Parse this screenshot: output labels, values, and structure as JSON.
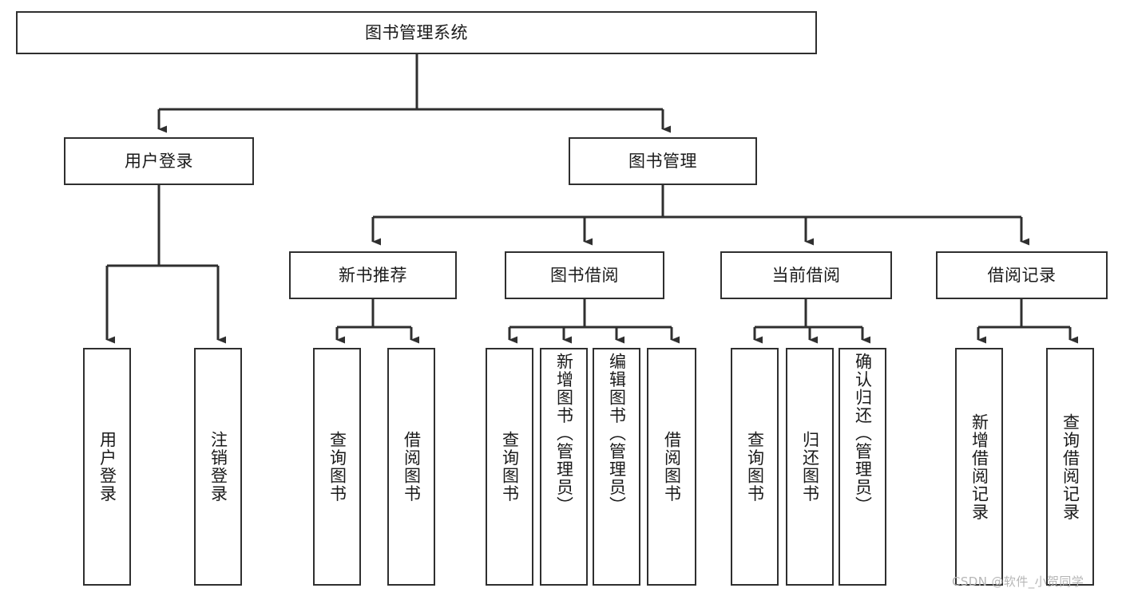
{
  "diagram": {
    "type": "tree-hierarchy",
    "title": "图书管理系统",
    "stroke_color": "#2f2f2f",
    "fill_color": "#ffffff",
    "text_color": "#1a1a1a",
    "root": {
      "label": "图书管理系统"
    },
    "level1": [
      {
        "label": "用户登录"
      },
      {
        "label": "图书管理"
      }
    ],
    "level2": [
      {
        "label": "新书推荐"
      },
      {
        "label": "图书借阅"
      },
      {
        "label": "当前借阅"
      },
      {
        "label": "借阅记录"
      }
    ],
    "leaves": {
      "user_login": [
        {
          "label": "用户登录"
        },
        {
          "label": "注销登录"
        }
      ],
      "new_book_recommend": [
        {
          "label": "查询图书"
        },
        {
          "label": "借阅图书"
        }
      ],
      "book_borrow": [
        {
          "label": "查询图书"
        },
        {
          "label": "新增图书（管理员）"
        },
        {
          "label": "编辑图书（管理员）"
        },
        {
          "label": "借阅图书"
        }
      ],
      "current_borrow": [
        {
          "label": "查询图书"
        },
        {
          "label": "归还图书"
        },
        {
          "label": "确认归还（管理员）"
        }
      ],
      "borrow_record": [
        {
          "label": "新增借阅记录"
        },
        {
          "label": "查询借阅记录"
        }
      ]
    },
    "watermark": "CSDN @软件_小贺同学"
  }
}
